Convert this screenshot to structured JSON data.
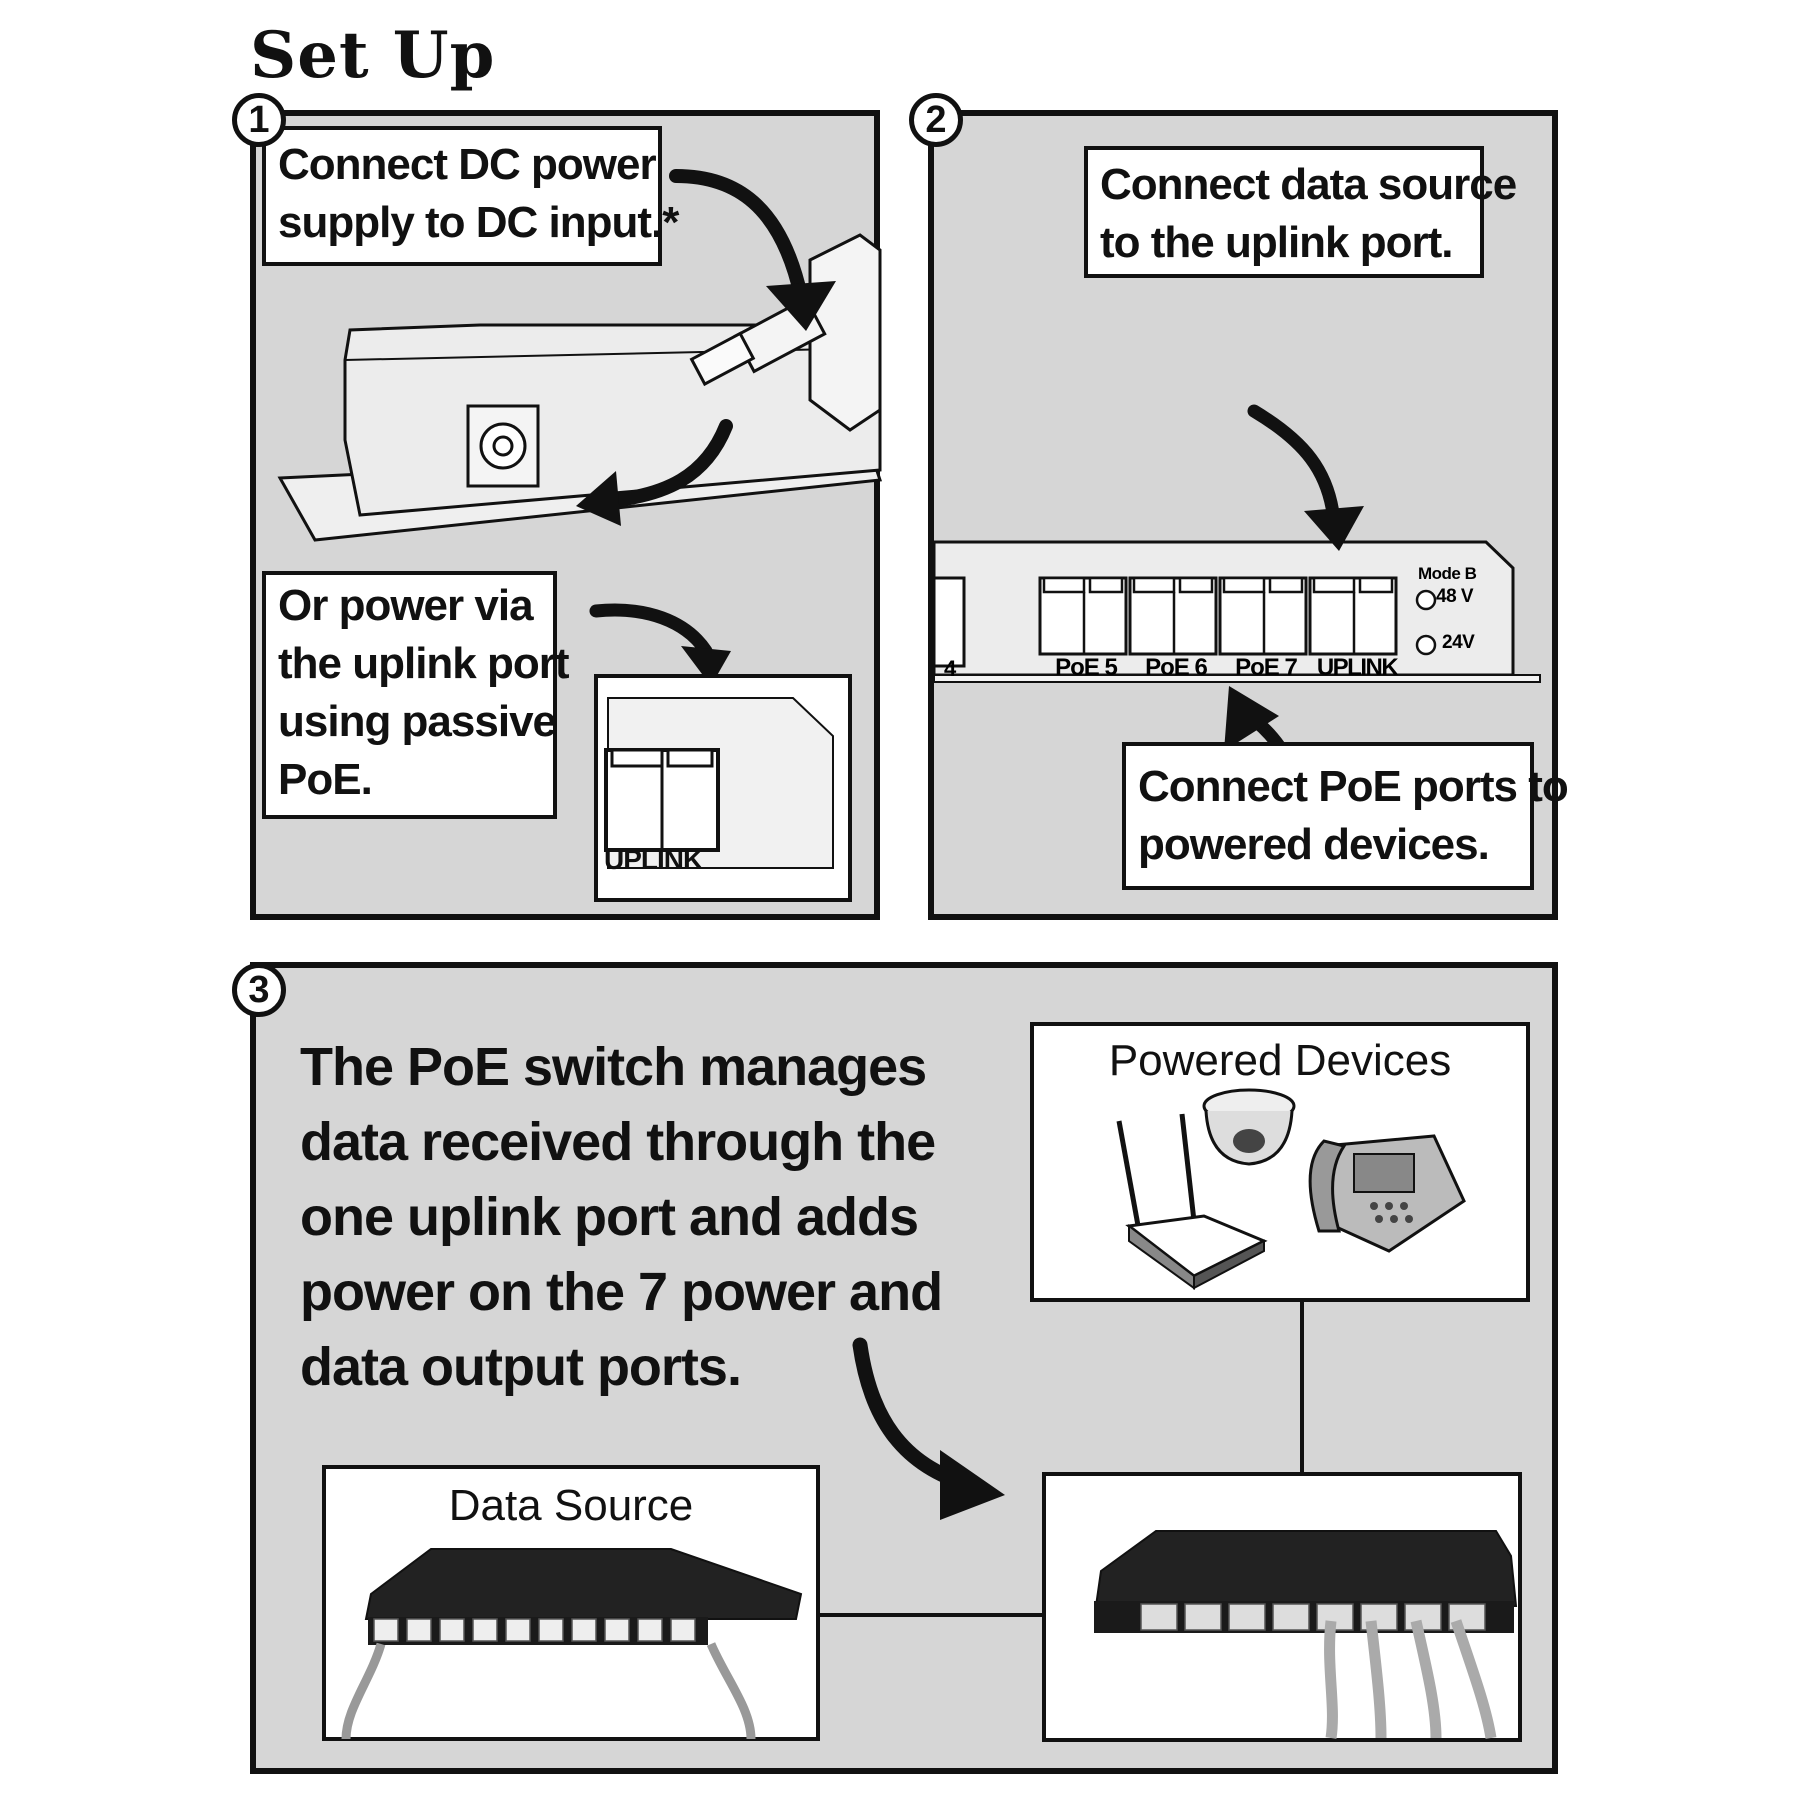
{
  "title": "Set Up",
  "steps": [
    {
      "number": "1"
    },
    {
      "number": "2"
    },
    {
      "number": "3"
    }
  ],
  "step1": {
    "callout_dc": [
      "Connect DC power",
      "supply to DC input.*"
    ],
    "callout_passive": [
      "Or power via",
      "the uplink port",
      "using passive",
      "PoE."
    ],
    "uplink_label": "UPLINK"
  },
  "step2": {
    "callout_data": [
      "Connect data source",
      "to the uplink port."
    ],
    "callout_poe": [
      "Connect PoE ports to",
      "powered  devices."
    ],
    "port_labels": [
      "PoE 5",
      "PoE 6",
      "PoE 7",
      "UPLINK"
    ],
    "partial_port_label": "4",
    "mode_label": "Mode B",
    "voltage_48": "48 V",
    "voltage_24": "24V"
  },
  "step3": {
    "description": [
      "The PoE switch manages",
      "data received through the",
      "one uplink port and adds",
      "power on the 7 power and",
      "data output ports."
    ],
    "powered_devices_label": "Powered Devices",
    "data_source_label": "Data Source"
  },
  "colors": {
    "panel_bg": "#d6d6d6",
    "border": "#111111",
    "box_bg": "#ffffff"
  }
}
